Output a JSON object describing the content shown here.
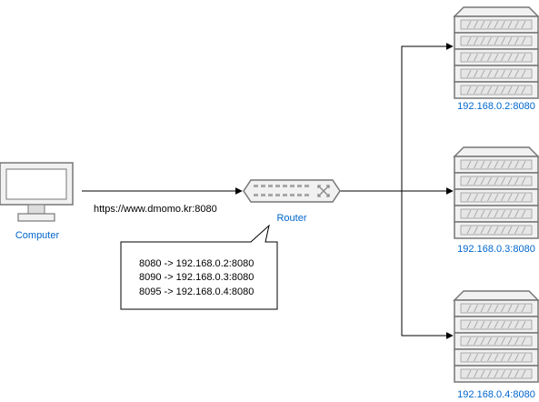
{
  "nodes": {
    "computer": {
      "label": "Computer"
    },
    "router": {
      "label": "Router"
    },
    "servers": [
      {
        "label": "192.168.0.2:8080"
      },
      {
        "label": "192.168.0.3:8080"
      },
      {
        "label": "192.168.0.4:8080"
      }
    ]
  },
  "edges": {
    "computer_to_router": {
      "label": "https://www.dmomo.kr:8080"
    }
  },
  "callout": {
    "lines": [
      "8080 -> 192.168.0.2:8080",
      "8090 -> 192.168.0.3:8080",
      "8095 -> 192.168.0.4:8080"
    ]
  },
  "colors": {
    "label_blue": "#0066cc",
    "device_fill": "#f1f1f1",
    "device_stroke": "#777777",
    "server_slot": "#e6e6e6",
    "line": "#000000"
  }
}
